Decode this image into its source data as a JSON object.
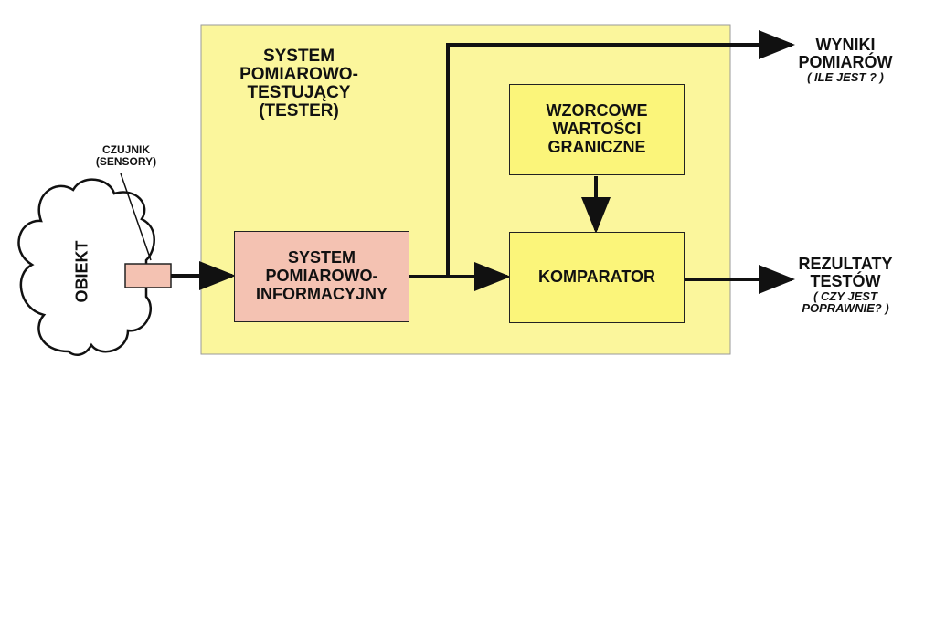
{
  "colors": {
    "tester_fill": "#fbf69c",
    "box_fill_yellow": "#fbf57a",
    "box_fill_salmon": "#f4c2b2",
    "sensor_fill": "#f4c2b2",
    "line": "#111111"
  },
  "tester": {
    "title_lines": [
      "SYSTEM",
      "POMIAROWO-",
      "TESTUJĄCY",
      "(TESTER)"
    ]
  },
  "sensor": {
    "label_lines": [
      "CZUJNIK",
      "(SENSORY)"
    ]
  },
  "object": {
    "label": "OBIEKT"
  },
  "blocks": {
    "system_info_lines": [
      "SYSTEM",
      "POMIAROWO-",
      "INFORMACYJNY"
    ],
    "reference_lines": [
      "WZORCOWE",
      "WARTOŚCI",
      "GRANICZNE"
    ],
    "comparator": "KOMPARATOR"
  },
  "outputs": {
    "measurement_lines": [
      "WYNIKI",
      "POMIARÓW"
    ],
    "measurement_sub": "( ILE JEST ? )",
    "test_lines": [
      "REZULTATY",
      "TESTÓW"
    ],
    "test_sub_lines": [
      "( CZY JEST",
      "POPRAWNIE? )"
    ]
  }
}
